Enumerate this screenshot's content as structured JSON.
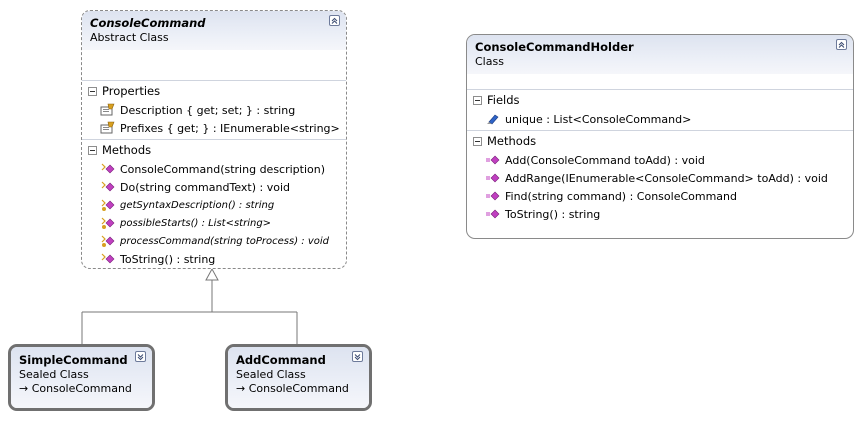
{
  "classes": {
    "console_command": {
      "name": "ConsoleCommand",
      "kind": "Abstract Class",
      "sections": {
        "properties": {
          "title": "Properties",
          "items": [
            "Description { get; set; } : string",
            "Prefixes { get; } : IEnumerable<string>"
          ]
        },
        "methods": {
          "title": "Methods",
          "items": [
            "ConsoleCommand(string description)",
            "Do(string commandText) : void",
            "getSyntaxDescription() : string",
            "possibleStarts() : List<string>",
            "processCommand(string toProcess) : void",
            "ToString() : string"
          ]
        }
      }
    },
    "console_command_holder": {
      "name": "ConsoleCommandHolder",
      "kind": "Class",
      "sections": {
        "fields": {
          "title": "Fields",
          "items": [
            "unique : List<ConsoleCommand>"
          ]
        },
        "methods": {
          "title": "Methods",
          "items": [
            "Add(ConsoleCommand toAdd) : void",
            "AddRange(IEnumerable<ConsoleCommand> toAdd) : void",
            "Find(string command) : ConsoleCommand",
            "ToString() : string"
          ]
        }
      }
    },
    "simple_command": {
      "name": "SimpleCommand",
      "kind": "Sealed Class",
      "base": "→ ConsoleCommand"
    },
    "add_command": {
      "name": "AddCommand",
      "kind": "Sealed Class",
      "base": "→ ConsoleCommand"
    }
  },
  "colors": {
    "header_gradient_top": "#dde3f0",
    "border": "#8a8a8a",
    "method_icon": "#c040c0",
    "property_icon": "#d8a020",
    "field_icon": "#2f64c8"
  }
}
